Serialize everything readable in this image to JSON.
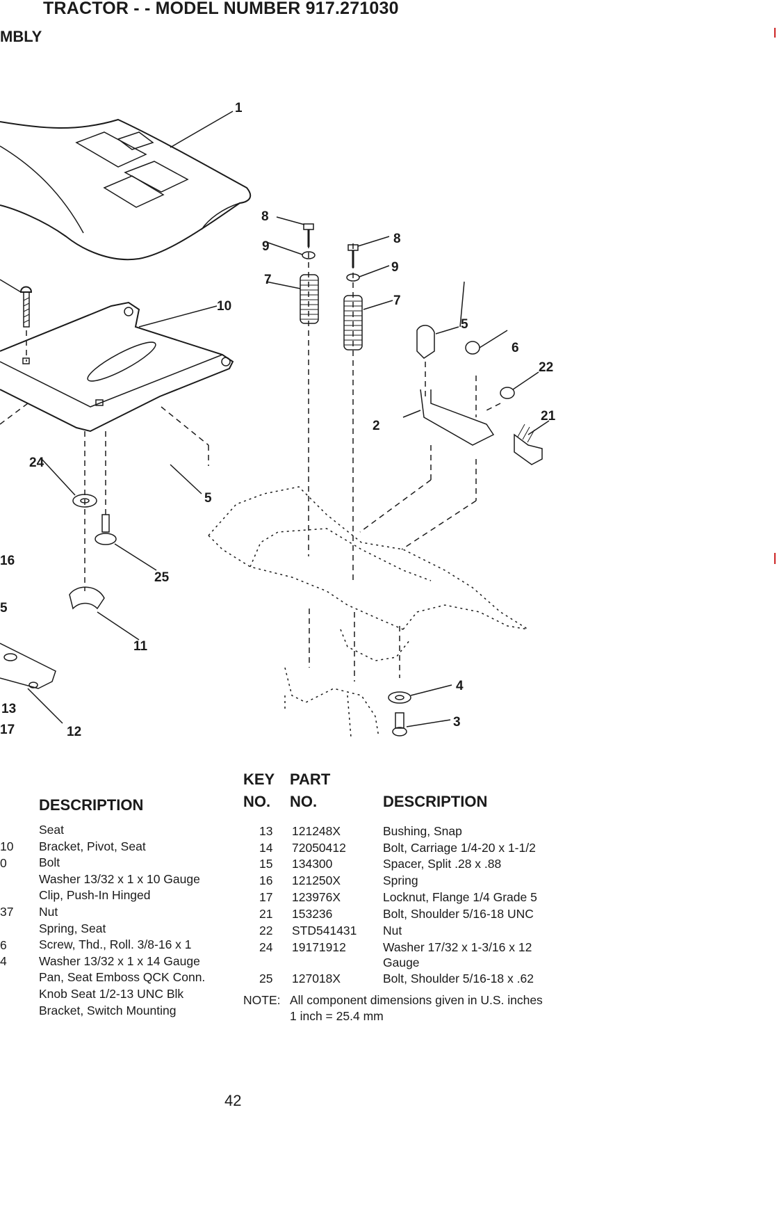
{
  "header": {
    "title": "TRACTOR - - MODEL NUMBER 917.271030",
    "subtitle": "MBLY"
  },
  "diagram": {
    "callouts": [
      "1",
      "8",
      "9",
      "8",
      "9",
      "7",
      "7",
      "10",
      "5",
      "6",
      "22",
      "2",
      "21",
      "24",
      "5",
      "16",
      "25",
      "5",
      "11",
      "13",
      "17",
      "12",
      "4",
      "3"
    ]
  },
  "left_table": {
    "header_description": "DESCRIPTION",
    "partial_part_numbers": [
      "10",
      "0",
      "37",
      "6",
      "4"
    ],
    "descriptions": [
      "Seat",
      "Bracket, Pivot, Seat",
      "Bolt",
      "Washer 13/32 x 1 x 10 Gauge",
      "Clip, Push-In Hinged",
      "Nut",
      "Spring, Seat",
      "Screw, Thd., Roll. 3/8-16 x 1",
      "Washer 13/32 x 1 x 14 Gauge",
      "Pan, Seat Emboss QCK Conn.",
      "Knob Seat 1/2-13 UNC Blk",
      "Bracket, Switch Mounting"
    ]
  },
  "right_table": {
    "header_key_1": "KEY",
    "header_key_2": "NO.",
    "header_part_1": "PART",
    "header_part_2": "NO.",
    "header_description": "DESCRIPTION",
    "rows": [
      {
        "key": "13",
        "part": "121248X",
        "description": "Bushing, Snap"
      },
      {
        "key": "14",
        "part": "72050412",
        "description": "Bolt, Carriage 1/4-20 x 1-1/2"
      },
      {
        "key": "15",
        "part": "134300",
        "description": "Spacer, Split .28 x .88"
      },
      {
        "key": "16",
        "part": "121250X",
        "description": "Spring"
      },
      {
        "key": "17",
        "part": "123976X",
        "description": "Locknut, Flange 1/4 Grade 5"
      },
      {
        "key": "21",
        "part": "153236",
        "description": "Bolt, Shoulder 5/16-18 UNC"
      },
      {
        "key": "22",
        "part": "STD541431",
        "description": "Nut"
      },
      {
        "key": "24",
        "part": "19171912",
        "description": "Washer 17/32 x 1-3/16 x 12",
        "description_2": "Gauge"
      },
      {
        "key": "25",
        "part": "127018X",
        "description": "Bolt, Shoulder 5/16-18 x .62"
      }
    ],
    "note_label": "NOTE:",
    "note_line_1": "All component dimensions given in U.S. inches",
    "note_line_2": "1 inch = 25.4 mm"
  },
  "footer": {
    "page_number": "42"
  }
}
